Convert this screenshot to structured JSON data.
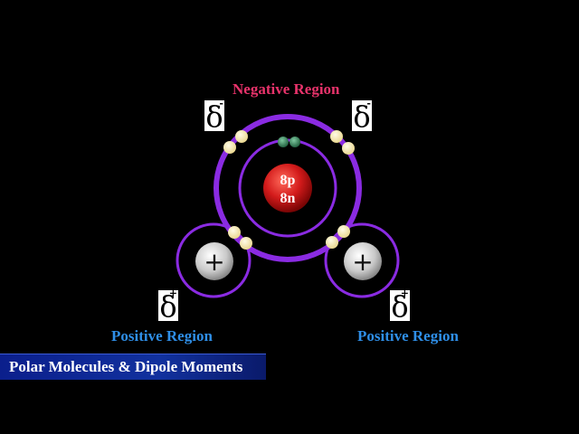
{
  "labels": {
    "negative_region": "Negative Region",
    "positive_region_left": "Positive Region",
    "positive_region_right": "Positive Region"
  },
  "partial_charges": {
    "symbol": "δ",
    "top_left_sign": "-",
    "top_right_sign": "-",
    "bottom_left_sign": "+",
    "bottom_right_sign": "+"
  },
  "oxygen_nucleus": {
    "protons": "8p",
    "neutrons": "8n"
  },
  "hydrogen_left": {
    "charge": "+"
  },
  "hydrogen_right": {
    "charge": "+"
  },
  "title": "Polar Molecules & Dipole Moments",
  "colors": {
    "negative_text": "#e8336b",
    "positive_text": "#2f8fe8",
    "shell": "#8a2be2",
    "electron": "#f7e7a6",
    "lone_pair_electron": "#2e7d57",
    "nucleus": "#d31b1b"
  }
}
